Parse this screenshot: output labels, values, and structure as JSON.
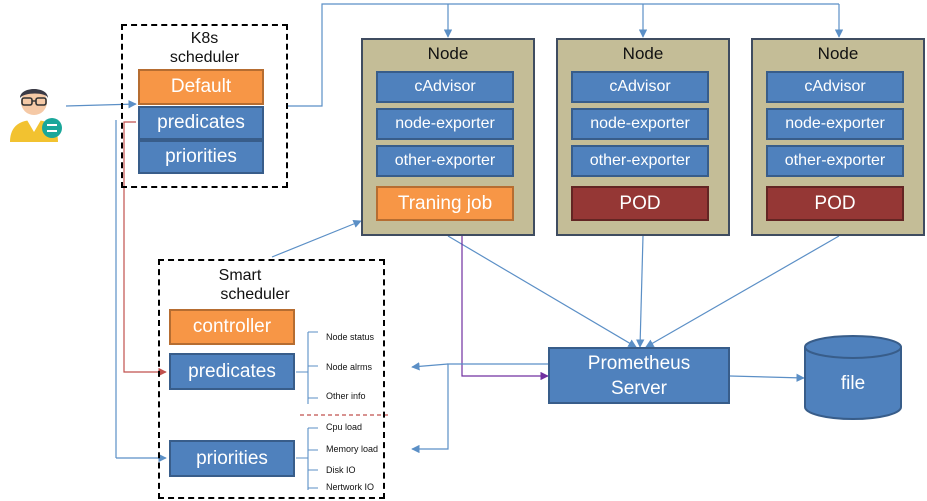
{
  "k8s_scheduler": {
    "title_line1": "K8s",
    "title_line2": "scheduler",
    "default": "Default",
    "predicates": "predicates",
    "priorities": "priorities"
  },
  "nodes": [
    {
      "title": "Node",
      "cadvisor": "cAdvisor",
      "node_exporter": "node-exporter",
      "other_exporter": "other-exporter",
      "workload": "Traning job",
      "workload_kind": "job"
    },
    {
      "title": "Node",
      "cadvisor": "cAdvisor",
      "node_exporter": "node-exporter",
      "other_exporter": "other-exporter",
      "workload": "POD",
      "workload_kind": "pod"
    },
    {
      "title": "Node",
      "cadvisor": "cAdvisor",
      "node_exporter": "node-exporter",
      "other_exporter": "other-exporter",
      "workload": "POD",
      "workload_kind": "pod"
    }
  ],
  "smart_scheduler": {
    "title_line1": "Smart",
    "title_line2": "scheduler",
    "controller": "controller",
    "predicates": "predicates",
    "priorities": "priorities",
    "predicate_metrics": [
      "Node status",
      "Node alrms",
      "Other  info"
    ],
    "priority_metrics": [
      "Cpu load",
      "Memory load",
      "Disk IO",
      "Nertwork IO"
    ]
  },
  "prometheus": {
    "line1": "Prometheus",
    "line2": "Server"
  },
  "storage": {
    "label": "file"
  },
  "colors": {
    "blue_box": "#4f81bd",
    "orange_box": "#f79646",
    "pod_box": "#953735",
    "node_bg": "#c4bd97",
    "connector": "#5b8fc6",
    "purple_arrow": "#7030a0",
    "red_arrow": "#c0504d"
  },
  "icons": {
    "user": "user-avatar-icon",
    "storage": "database-cylinder-icon"
  }
}
